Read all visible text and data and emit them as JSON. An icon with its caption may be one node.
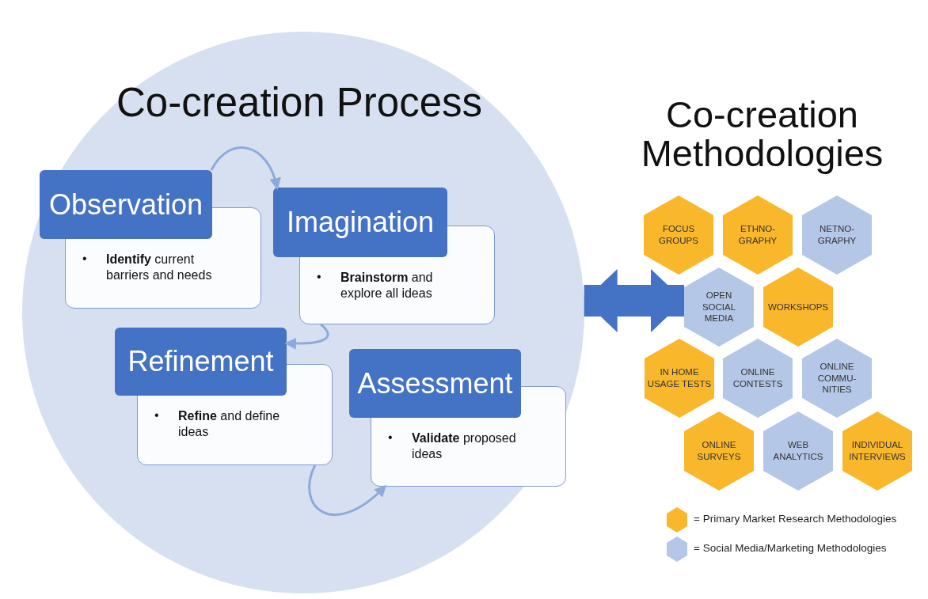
{
  "diagram": {
    "nodes": [
      {
        "text": [
          "Co-creation Process"
        ]
      },
      {
        "text": [
          "Observation",
          "•",
          "**Identify** current barriers and needs"
        ],
        "in": 0
      },
      {
        "text": [
          "Imagination",
          "•",
          "**Brainstorm** and explore all ideas"
        ],
        "in": 0
      },
      {
        "text": [
          "Refinement",
          "•",
          "**Refine** and define ideas"
        ],
        "in": 0
      },
      {
        "text": [
          "Assessment",
          "•",
          "**Validate** proposed ideas"
        ],
        "in": 0
      },
      {
        "text": [
          "FOCUS GROUPS"
        ]
      },
      {
        "text": [
          "ETHNO- GRAPHY"
        ]
      },
      {
        "text": [
          "NETNO- GRAPHY"
        ]
      },
      {
        "text": [
          "OPEN SOCIAL MEDIA"
        ]
      },
      {
        "text": [
          "WORKSHOPS"
        ]
      },
      {
        "text": [
          "IN HOME USAGE TESTS"
        ]
      },
      {
        "text": [
          "ONLINE CONTESTS"
        ]
      },
      {
        "text": [
          "ONLINE COMMU- NITIES"
        ]
      },
      {
        "text": [
          "ONLINE SURVEYS"
        ]
      },
      {
        "text": [
          "WEB ANALYTICS"
        ]
      },
      {
        "text": [
          "INDIVIDUAL INTERVIEWS"
        ]
      }
    ],
    "edges": [
      {
        "from": 1,
        "to": 2,
        "arrow": "to"
      },
      {
        "from": 2,
        "to": 3,
        "arrow": "to"
      },
      {
        "from": 3,
        "to": 4,
        "arrow": "to"
      },
      {
        "from": 0,
        "to": 8,
        "arrow": "both",
        "style": "thick",
        "color": "#4472c4"
      }
    ],
    "labels": [
      "Co-creation Methodologies"
    ],
    "legend": [
      {
        "text": "= Primary Market Research Methodologies",
        "color": "#f9b82b"
      },
      {
        "text": "= Social Media/Marketing Methodologies",
        "color": "#b4c7e7"
      }
    ]
  }
}
